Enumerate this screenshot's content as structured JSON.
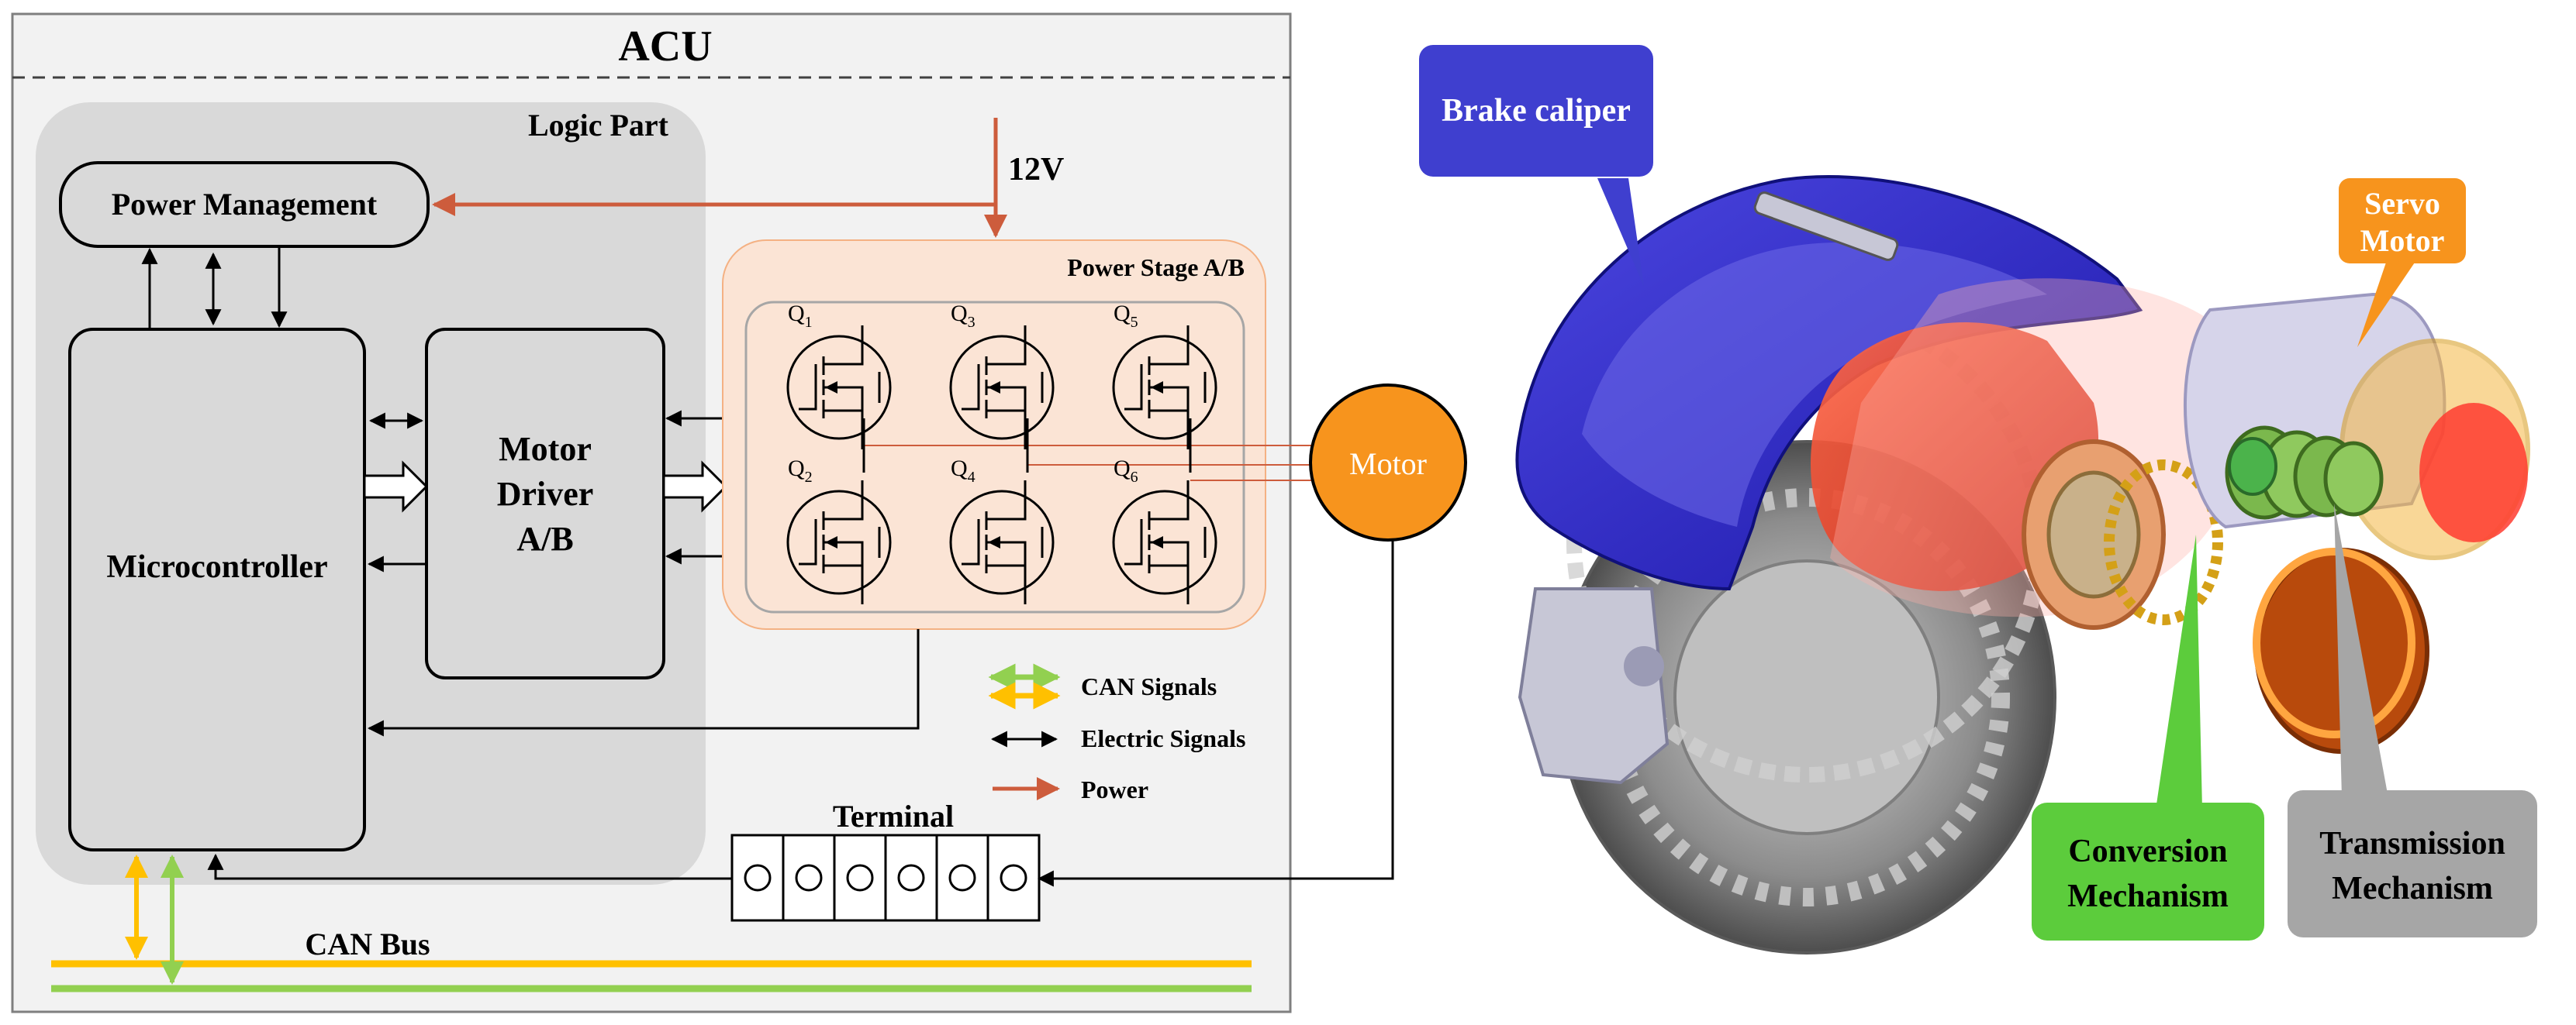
{
  "acu": {
    "title": "ACU",
    "logic_part": "Logic Part",
    "power_management": "Power Management",
    "microcontroller": "Microcontroller",
    "motor_driver": [
      "Motor",
      "Driver",
      "A/B"
    ],
    "power_stage": "Power Stage A/B",
    "supply": "12V",
    "motor": "Motor",
    "terminal": "Terminal",
    "can_bus": "CAN Bus",
    "transistors": [
      {
        "base": "Q",
        "sub": "1"
      },
      {
        "base": "Q",
        "sub": "3"
      },
      {
        "base": "Q",
        "sub": "5"
      },
      {
        "base": "Q",
        "sub": "2"
      },
      {
        "base": "Q",
        "sub": "4"
      },
      {
        "base": "Q",
        "sub": "6"
      }
    ]
  },
  "legend": [
    {
      "label": "CAN Signals",
      "kind": "can"
    },
    {
      "label": "Electric Signals",
      "kind": "electric"
    },
    {
      "label": "Power",
      "kind": "power"
    }
  ],
  "callouts": {
    "brake_caliper": "Brake caliper",
    "servo_motor": [
      "Servo",
      "Motor"
    ],
    "conversion": [
      "Conversion",
      "Mechanism"
    ],
    "transmission": [
      "Transmission",
      "Mechanism"
    ]
  },
  "colors": {
    "power": "#cd5c3c",
    "can_yellow": "#ffc000",
    "can_green": "#92d050",
    "motor": "#f7941d",
    "caliper_callout": "#3f3fcf",
    "servo_callout": "#f7941d",
    "conversion_callout": "#5ccc3c",
    "transmission_callout": "#a6a6a6"
  }
}
